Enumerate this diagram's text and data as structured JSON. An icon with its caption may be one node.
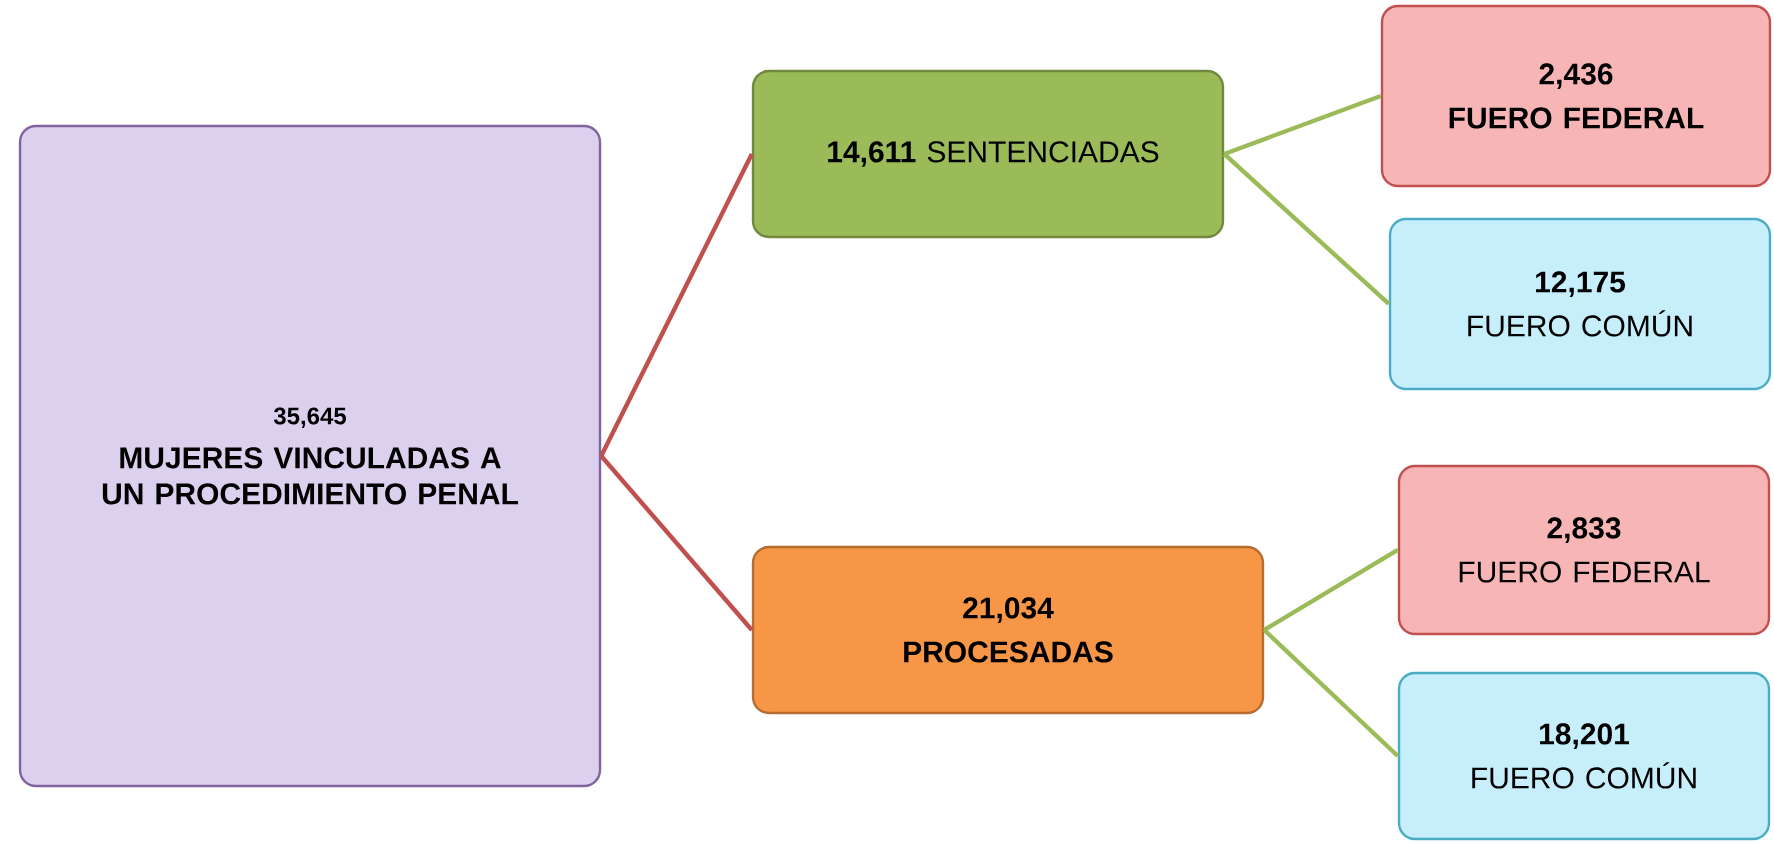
{
  "diagram": {
    "nodes": [
      {
        "text": [
          "35,645",
          "MUJERES VINCULADAS A UN PROCEDIMIENTO PENAL"
        ]
      },
      {
        "text": [
          "**14,611** SENTENCIADAS"
        ]
      },
      {
        "text": [
          "2,436",
          "FUERO FEDERAL"
        ]
      },
      {
        "text": [
          "12,175",
          "FUERO COMÚN"
        ]
      },
      {
        "text": [
          "21,034",
          "PROCESADAS"
        ]
      },
      {
        "text": [
          "2,833",
          "FUERO FEDERAL"
        ]
      },
      {
        "text": [
          "18,201",
          "FUERO COMÚN"
        ]
      }
    ],
    "edges": [
      {
        "from": 0,
        "to": 1,
        "arrow": "none",
        "color": "#c0504d"
      },
      {
        "from": 0,
        "to": 4,
        "arrow": "none",
        "color": "#c0504d"
      },
      {
        "from": 1,
        "to": 2,
        "arrow": "none"
      },
      {
        "from": 1,
        "to": 3,
        "arrow": "none"
      },
      {
        "from": 4,
        "to": 5,
        "arrow": "none"
      },
      {
        "from": 4,
        "to": 6,
        "arrow": "none"
      }
    ]
  }
}
